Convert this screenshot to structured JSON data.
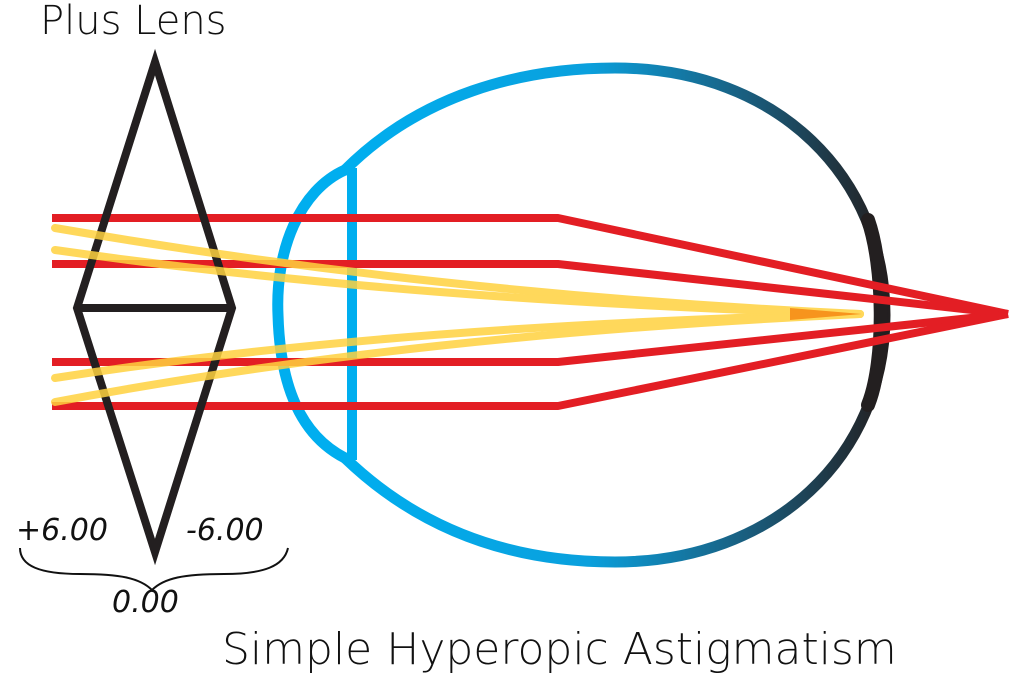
{
  "diagram": {
    "lens_title": "Plus Lens",
    "caption": "Simple Hyperopic Astigmatism",
    "powers": {
      "left": "+6.00",
      "right": "-6.00",
      "sum": "0.00"
    }
  },
  "colors": {
    "lens_outline": "#231f20",
    "cornea_front": "#00aeef",
    "eye_back": "#231f20",
    "red_rays": "#e31e24",
    "yellow_rays": "#ffd23f",
    "focus_overlap": "#f7941d"
  }
}
